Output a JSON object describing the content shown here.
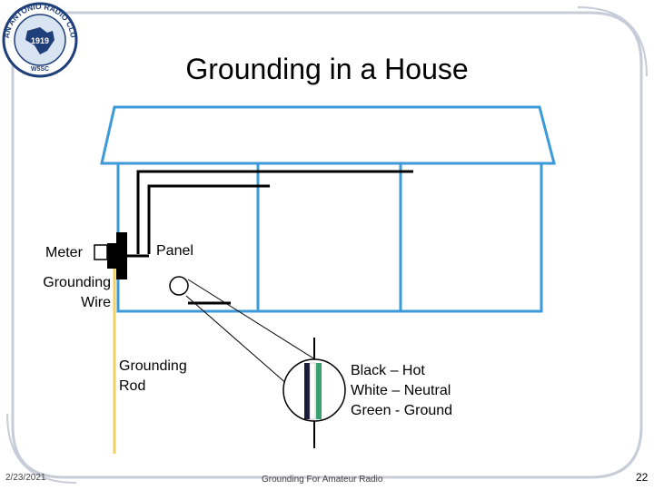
{
  "title": "Grounding in a House",
  "labels": {
    "meter": "Meter",
    "panel": "Panel",
    "grounding_wire": [
      "Grounding",
      "Wire"
    ],
    "grounding_rod": [
      "Grounding",
      "Rod"
    ],
    "legend": [
      "Black – Hot",
      "White – Neutral",
      "Green - Ground"
    ]
  },
  "logo": {
    "arc_text": "SAN ANTONIO RADIO CLUB",
    "year": "1919",
    "callsign": "W5SC"
  },
  "footer": {
    "date": "2/23/2021",
    "center": "Grounding For Amateur Radio",
    "page": "22"
  },
  "colors": {
    "house": "#3d9ad8",
    "roof_fill": "#ffffff",
    "ground_wire": "#f0d060",
    "hot": "#1a1a3a",
    "neutral": "#ffffff",
    "ground": "#3aa070",
    "frame": "#c8ccd8"
  }
}
